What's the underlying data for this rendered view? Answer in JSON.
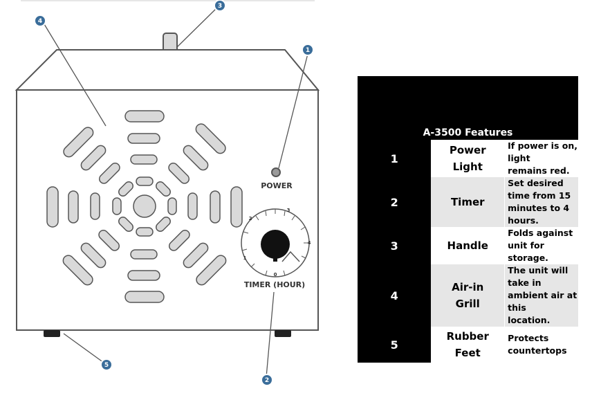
{
  "diagram": {
    "labels": {
      "power": "POWER",
      "timer": "TIMER (HOUR)"
    },
    "dial_ticks": [
      "0",
      "1",
      "2",
      "3",
      "4"
    ],
    "callouts": [
      "1",
      "2",
      "3",
      "4",
      "5"
    ],
    "colors": {
      "callout_fill": "#3a6d9a",
      "outline": "#555555",
      "vent_fill": "#d9d9d9"
    }
  },
  "features": {
    "title": "A-3500 Features",
    "rows": [
      {
        "num": "1",
        "name": [
          "Power",
          "Light"
        ],
        "desc": [
          "If power is on, light",
          "remains red."
        ]
      },
      {
        "num": "2",
        "name": [
          "Timer"
        ],
        "desc": [
          "Set desired time from 15",
          "minutes to 4 hours."
        ]
      },
      {
        "num": "3",
        "name": [
          "Handle"
        ],
        "desc": [
          "Folds against unit for",
          "storage."
        ]
      },
      {
        "num": "4",
        "name": [
          "Air-in",
          "Grill"
        ],
        "desc": [
          "The unit will take in",
          "ambient air at this",
          "location."
        ]
      },
      {
        "num": "5",
        "name": [
          "Rubber",
          "Feet"
        ],
        "desc": [
          "Protects countertops"
        ]
      }
    ]
  }
}
